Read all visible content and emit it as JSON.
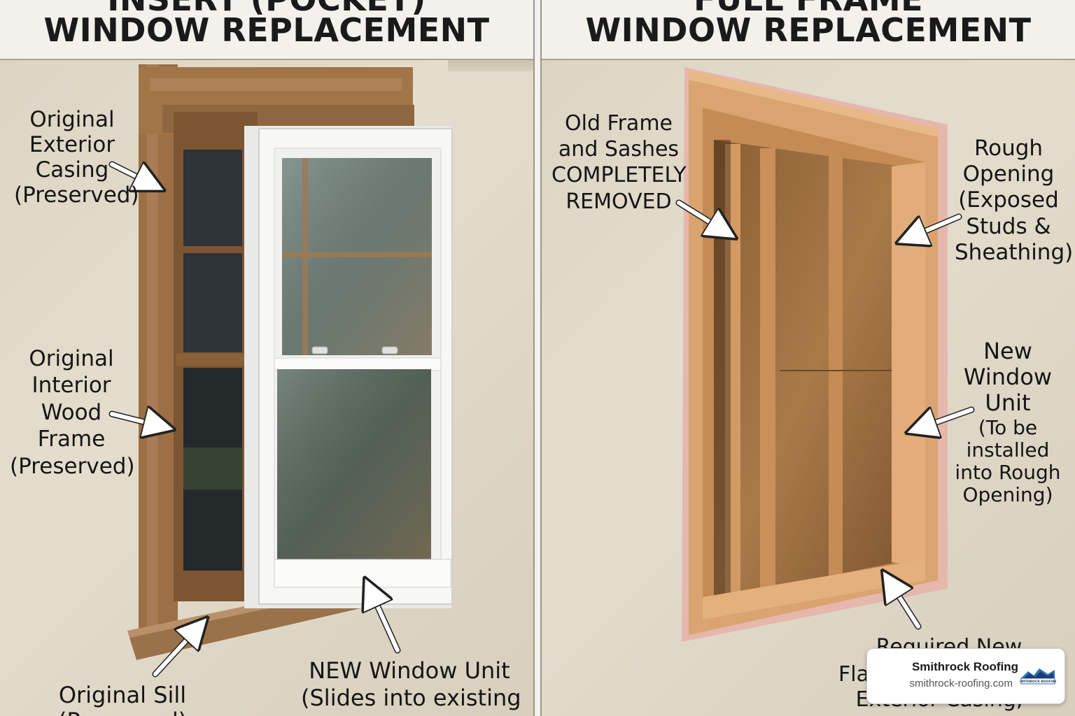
{
  "left_panel": {
    "title_line1": "INSERT (POCKET)",
    "title_line2": "WINDOW REPLACEMENT",
    "labels": {
      "exterior_casing": [
        "Original",
        "Exterior",
        "Casing",
        "(Preserved)"
      ],
      "interior_frame": [
        "Original",
        "Interior",
        "Wood",
        "Frame",
        "(Preserved)"
      ],
      "sill": [
        "Original Sill",
        "(Preserved)"
      ],
      "new_unit": [
        "NEW Window Unit",
        "(Slides into existing"
      ]
    }
  },
  "right_panel": {
    "title_line1": "FULL FRAME",
    "title_line2": "WINDOW REPLACEMENT",
    "labels": {
      "old_frame": [
        "Old Frame",
        "and Sashes",
        "COMPLETELY",
        "REMOVED"
      ],
      "rough_opening": [
        "Rough",
        "Opening",
        "(Exposed",
        "Studs &",
        "Sheathing)"
      ],
      "new_unit_main": [
        "New",
        "Window",
        "Unit"
      ],
      "new_unit_sub": [
        "(To be",
        "installed",
        "into Rough",
        "Opening)"
      ],
      "required_new": [
        "Required New",
        "Fla",
        "Exterior Casing,"
      ]
    }
  },
  "badge": {
    "company": "Smithrock Roofing",
    "url": "smithrock-roofing.com",
    "logo_text": "SMITHROCK ROOFING"
  },
  "colors": {
    "stucco": "#ddd5c4",
    "weathered_wood": "#9c6f45",
    "vinyl_white": "#f7f7f5",
    "new_lumber": "#d9a470",
    "insulation": "#e6b7ad",
    "osb": "#a97a48"
  }
}
